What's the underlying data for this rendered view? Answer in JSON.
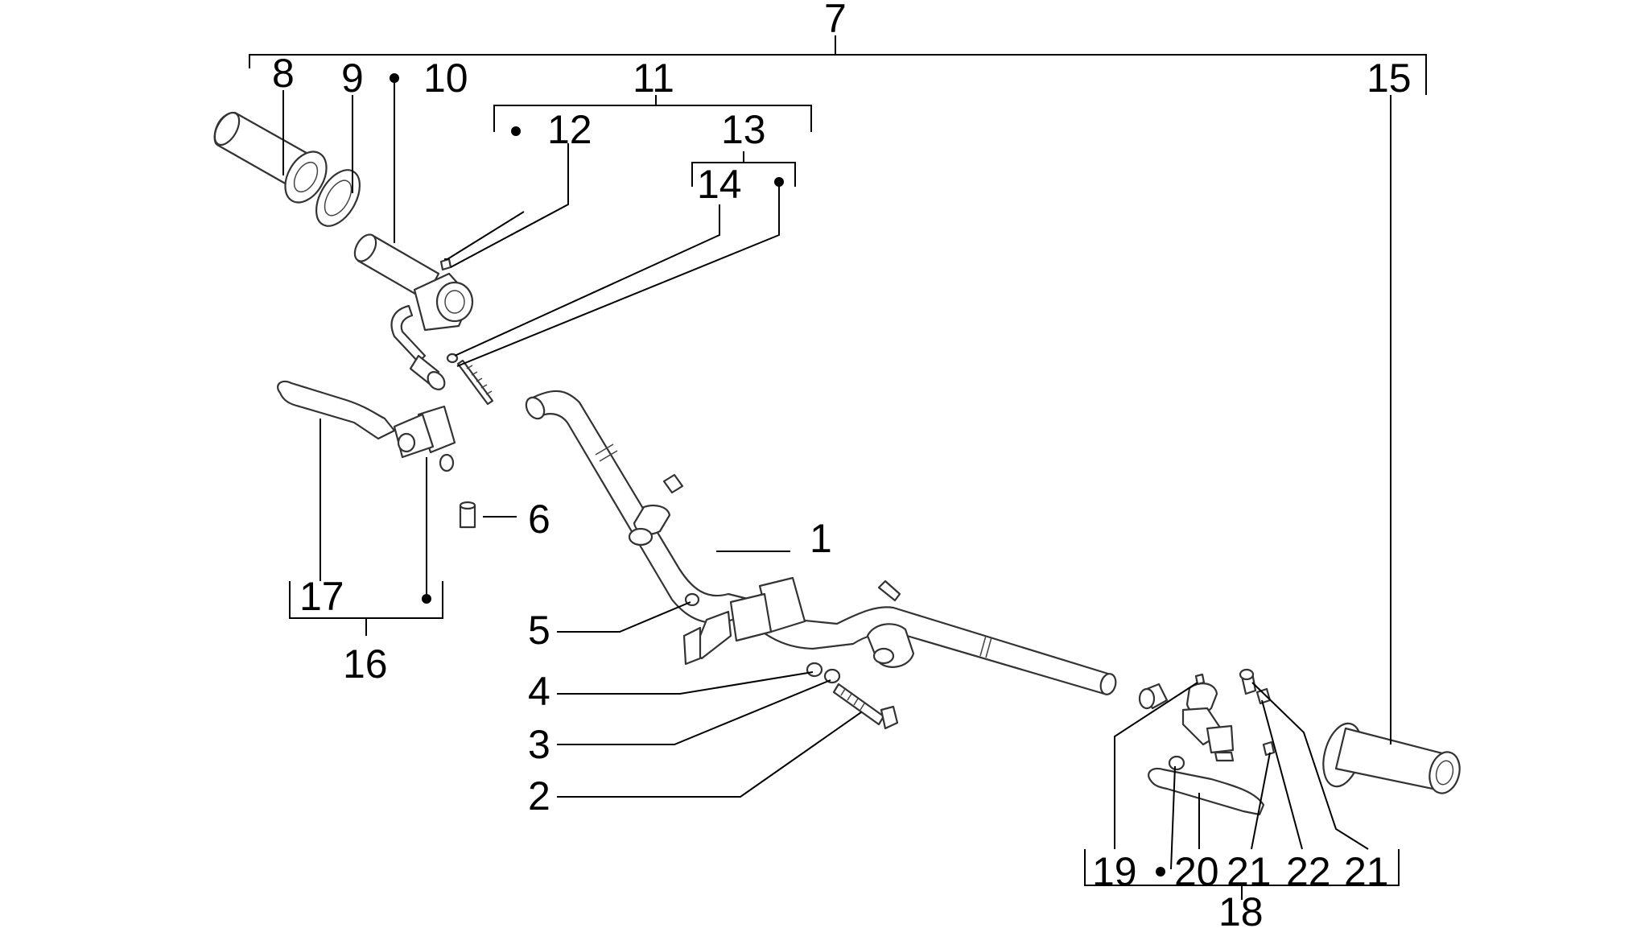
{
  "diagram": {
    "labels": [
      "1",
      "2",
      "3",
      "4",
      "5",
      "6",
      "7",
      "8",
      "9",
      "10",
      "11",
      "12",
      "13",
      "14",
      "15",
      "16",
      "17",
      "18",
      "19",
      "20",
      "21",
      "21",
      "22"
    ]
  }
}
